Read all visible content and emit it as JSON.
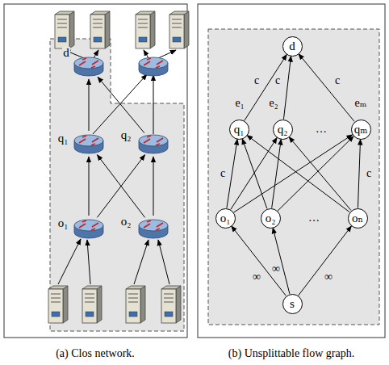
{
  "diagram": {
    "nodes": [
      {
        "text": [
          "d"
        ]
      },
      {
        "text": [
          "q₁"
        ]
      },
      {
        "text": [
          "q₂"
        ]
      },
      {
        "text": [
          "o₁"
        ]
      },
      {
        "text": [
          "o₂"
        ]
      },
      {
        "text": [
          "d"
        ]
      },
      {
        "text": [
          "q₁"
        ]
      },
      {
        "text": [
          "q₂"
        ]
      },
      {
        "text": [
          "qₘ"
        ]
      },
      {
        "text": [
          "o₁"
        ]
      },
      {
        "text": [
          "o₂"
        ]
      },
      {
        "text": [
          "oₙ"
        ]
      },
      {
        "text": [
          "s"
        ]
      }
    ],
    "edges": [
      {
        "from": 3,
        "to": 1,
        "arrow": "to"
      },
      {
        "from": 3,
        "to": 2,
        "arrow": "to"
      },
      {
        "from": 4,
        "to": 1,
        "arrow": "to"
      },
      {
        "from": 4,
        "to": 2,
        "arrow": "to"
      },
      {
        "from": 1,
        "to": 0,
        "arrow": "to"
      },
      {
        "from": 2,
        "to": 0,
        "arrow": "to"
      },
      {
        "from": 6,
        "to": 5,
        "label": "c",
        "arrow": "to"
      },
      {
        "from": 7,
        "to": 5,
        "label": "c",
        "arrow": "to"
      },
      {
        "from": 8,
        "to": 5,
        "label": "c",
        "arrow": "to"
      },
      {
        "from": 9,
        "to": 6,
        "label": "c",
        "arrow": "to"
      },
      {
        "from": 9,
        "to": 7,
        "arrow": "to"
      },
      {
        "from": 9,
        "to": 8,
        "arrow": "to"
      },
      {
        "from": 10,
        "to": 6,
        "arrow": "to"
      },
      {
        "from": 10,
        "to": 7,
        "arrow": "to"
      },
      {
        "from": 10,
        "to": 8,
        "arrow": "to"
      },
      {
        "from": 11,
        "to": 6,
        "arrow": "to"
      },
      {
        "from": 11,
        "to": 7,
        "arrow": "to"
      },
      {
        "from": 11,
        "to": 8,
        "label": "c",
        "arrow": "to"
      },
      {
        "from": 12,
        "to": 9,
        "label": "∞",
        "arrow": "to"
      },
      {
        "from": 12,
        "to": 10,
        "label": "∞",
        "arrow": "to"
      },
      {
        "from": 12,
        "to": 11,
        "label": "∞",
        "arrow": "to"
      }
    ],
    "labels": [
      "e₁",
      "e₂",
      "eₘ",
      "…",
      "…",
      "(a) Clos network.",
      "(b) Unsplittable flow graph."
    ]
  }
}
